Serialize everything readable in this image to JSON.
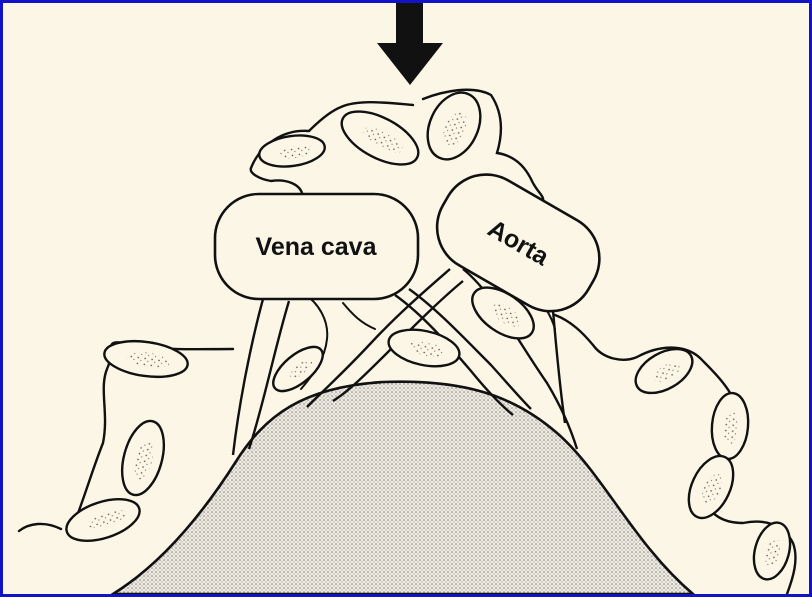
{
  "diagram": {
    "labels": {
      "vena_cava": "Vena cava",
      "aorta": "Aorta"
    },
    "arrow": {
      "direction": "down",
      "icon": "down-arrow-icon"
    },
    "colors": {
      "paper": "#fbf6e6",
      "ink": "#111111",
      "frame_border": "#1212c8",
      "stipple": "#7a7a7a"
    },
    "structures": [
      "vertebral-body",
      "lymph-nodes",
      "aorta",
      "vena-cava"
    ]
  }
}
